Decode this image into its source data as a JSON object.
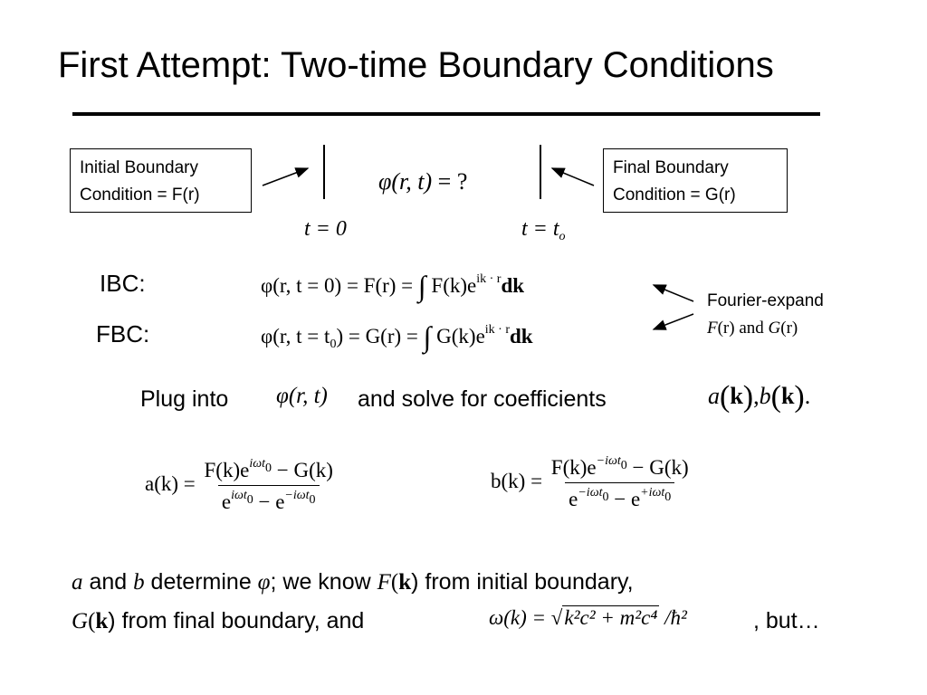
{
  "slide": {
    "title": "First Attempt: Two-time Boundary Conditions"
  },
  "ibc_box": {
    "line1": "Initial Boundary",
    "line2": "Condition = F(r)"
  },
  "fbc_box": {
    "line1": "Final Boundary",
    "line2": "Condition = G(r)"
  },
  "phi_query": {
    "lhs": "φ(r, t)",
    "eq": " = ?"
  },
  "time_labels": {
    "t0_label": "t = 0",
    "tf_label": "t = t",
    "tf_sub": "o"
  },
  "ibc": {
    "label": "IBC:",
    "lhs": "φ(r, t = 0) = F(r) = ",
    "integral": "∫",
    "integrand": " F(k)e",
    "exp": "ik · r",
    "dk": "dk"
  },
  "fbc": {
    "label": "FBC:",
    "lhs_a": "φ(r, t = t",
    "lhs_sub": "0",
    "lhs_b": ") = G(r) = ",
    "integral": "∫",
    "integrand": " G(k)e",
    "exp": "ik · r",
    "dk": "dk"
  },
  "fourier_note": {
    "line1": "Fourier-expand",
    "line2_f": "F",
    "line2_mid": "(r) and ",
    "line2_g": "G",
    "line2_end": "(r)"
  },
  "plug": {
    "text1": "Plug into",
    "phi": "φ(r, t)",
    "text2": "and solve for coefficients",
    "coeffs_a": "a",
    "coeffs_k": "k",
    "coeffs_b": "b",
    "end": "."
  },
  "a_formula": {
    "lhs": "a(k) = ",
    "num_a": "F(k)e",
    "num_exp": "iωt",
    "num_sub": "0",
    "num_b": " − G(k)",
    "den_a": "e",
    "den_exp1": "iωt",
    "den_sub1": "0",
    "den_mid": " − e",
    "den_exp2": "−iωt",
    "den_sub2": "0"
  },
  "b_formula": {
    "lhs": "b(k) = ",
    "num_a": "F(k)e",
    "num_exp": "−iωt",
    "num_sub": "0",
    "num_b": " − G(k)",
    "den_a": "e",
    "den_exp1": "−iωt",
    "den_sub1": "0",
    "den_mid": " − e",
    "den_exp2": "+iωt",
    "den_sub2": "0"
  },
  "conclusion": {
    "a": "a",
    "and1": " and ",
    "b": "b",
    "determine": " determine ",
    "phi": "φ",
    "know": "; we know ",
    "F": "F",
    "k1": "k",
    "from_initial": ") from initial boundary,",
    "G": "G",
    "k2": "k",
    "from_final": ") from final boundary, and",
    "omega_lhs": "ω(k) = ",
    "radicand": "k²c² + m²c⁴",
    "hbar": " /ħ²",
    "but": ", but…"
  }
}
